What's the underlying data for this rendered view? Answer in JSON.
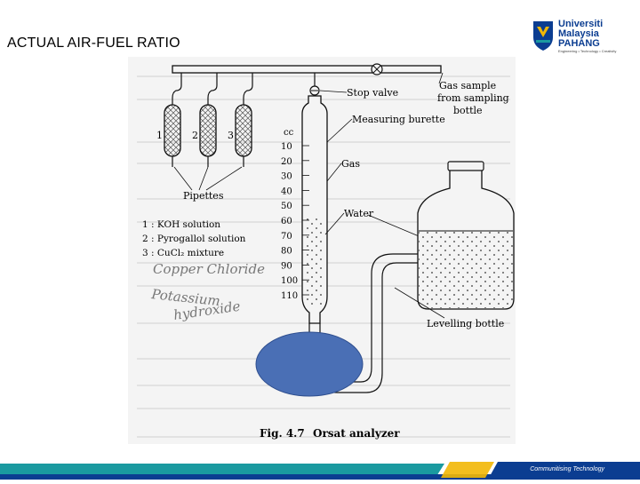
{
  "slide": {
    "title": "ACTUAL AIR-FUEL RATIO",
    "logo": {
      "line1": "Universiti",
      "line2": "Malaysia",
      "line3": "PAHANG",
      "tagline": "Engineering • Technology • Creativity"
    },
    "footer_tag": "Communitising Technology"
  },
  "figure": {
    "caption_prefix": "Fig. 4.7",
    "caption_title": "Orsat analyzer",
    "labels": {
      "gas_sample": "Gas sample",
      "from_sampling": "from sampling",
      "bottle": "bottle",
      "stop_valve": "Stop valve",
      "measuring_burette": "Measuring burette",
      "gas": "Gas",
      "water": "Water",
      "levelling_bottle": "Levelling bottle",
      "pipettes": "Pipettes",
      "cc": "cc"
    },
    "pipette_numbers": [
      "1",
      "2",
      "3"
    ],
    "scale": [
      "10",
      "20",
      "30",
      "40",
      "50",
      "60",
      "70",
      "80",
      "90",
      "100",
      "110"
    ],
    "legend": [
      "1 : KOH solution",
      "2 : Pyrogallol solution",
      "3 : CuCl₂ mixture"
    ],
    "handwritten": [
      "Copper Chloride",
      "Potassium",
      "hydroxide"
    ]
  },
  "colors": {
    "accent_blob": "#4a6fb5",
    "footer_teal": "#1a9aa0",
    "footer_blue": "#0b3d91",
    "logo_blue": "#0b3d91",
    "logo_yellow": "#f2b705"
  }
}
